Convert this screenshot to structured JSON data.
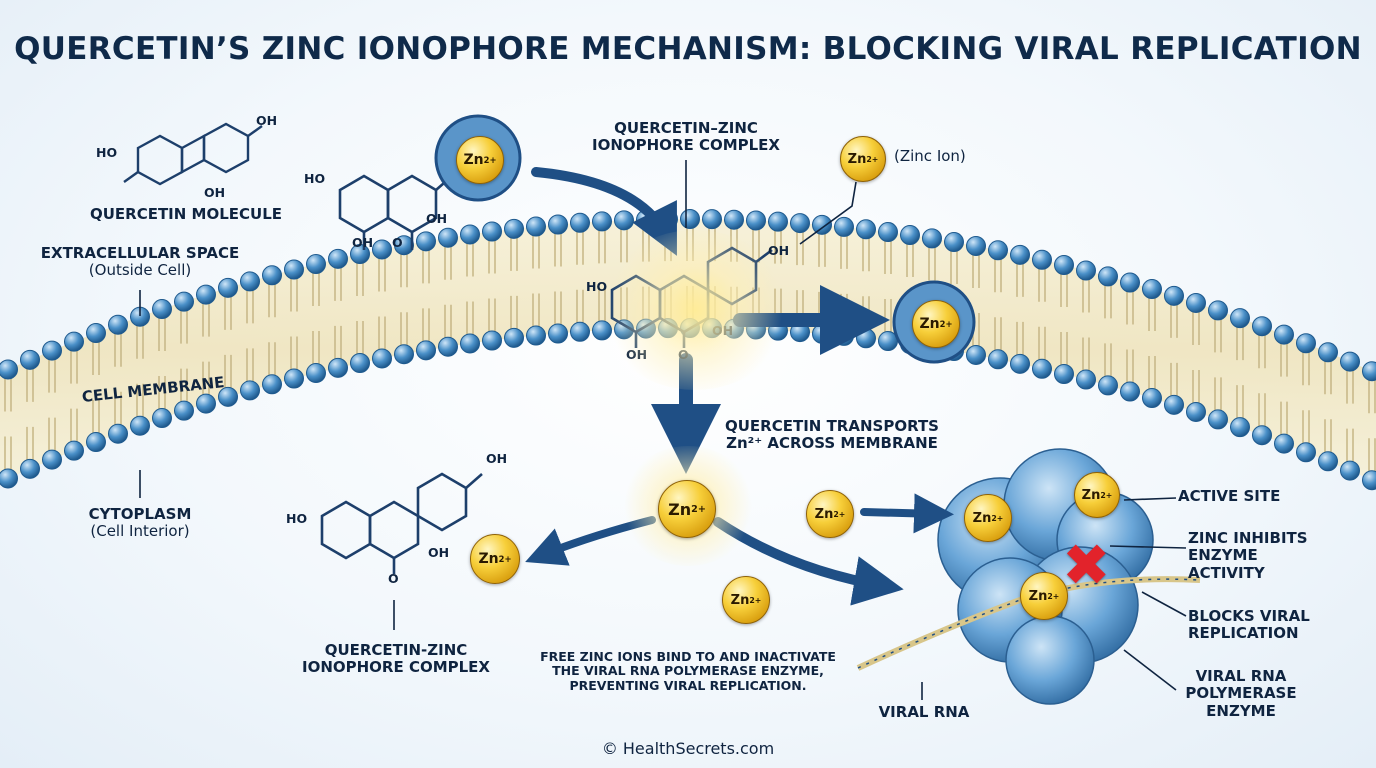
{
  "title": "QUERCETIN’S ZINC IONOPHORE MECHANISM: BLOCKING VIRAL REPLICATION",
  "labels": {
    "quercetin_molecule": "QUERCETIN MOLECULE",
    "extracellular": "EXTRACELLULAR SPACE",
    "extracellular_sub": "(Outside Cell)",
    "cell_membrane": "CELL MEMBRANE",
    "cytoplasm": "CYTOPLASM",
    "cytoplasm_sub": "(Cell Interior)",
    "complex_top_line1": "QUERCETIN–ZINC",
    "complex_top_line2": "IONOPHORE COMPLEX",
    "zinc_ion": "(Zinc Ion)",
    "transports_line1": "QUERCETIN TRANSPORTS",
    "transports_line2": "Zn²⁺ ACROSS MEMBRANE",
    "complex_bottom_line1": "QUERCETIN-ZINC",
    "complex_bottom_line2": "IONOPHORE COMPLEX",
    "free_zinc_line1": "FREE ZINC IONS BIND TO AND INACTIVATE",
    "free_zinc_line2": "THE VIRAL RNA POLYMERASE ENZYME,",
    "free_zinc_line3": "PREVENTING VIRAL REPLICATION.",
    "active_site": "ACTIVE SITE",
    "zinc_inhibits_line1": "ZINC INHIBITS",
    "zinc_inhibits_line2": "ENZYME",
    "zinc_inhibits_line3": "ACTIVITY",
    "blocks_line1": "BLOCKS VIRAL",
    "blocks_line2": "REPLICATION",
    "polymerase_line1": "VIRAL RNA",
    "polymerase_line2": "POLYMERASE",
    "polymerase_line3": "ENZYME",
    "viral_rna": "VIRAL RNA",
    "credit": "© HealthSecrets.com"
  },
  "molecule_atoms": {
    "ho": "HO",
    "oh": "OH",
    "o": "O"
  },
  "zinc": {
    "symbol": "Zn",
    "charge": "2+"
  },
  "icons": {
    "inhibition_mark": "✖"
  },
  "colors": {
    "title": "#0f2a4a",
    "membrane_head": "#4a90c8",
    "membrane_tail": "#c9b98a",
    "arrow": "#1f4f85",
    "zinc": "#f2c12e",
    "enzyme": "#5f9fd2",
    "inhibit": "#e2232b",
    "molecule": "#1d3f6b"
  }
}
